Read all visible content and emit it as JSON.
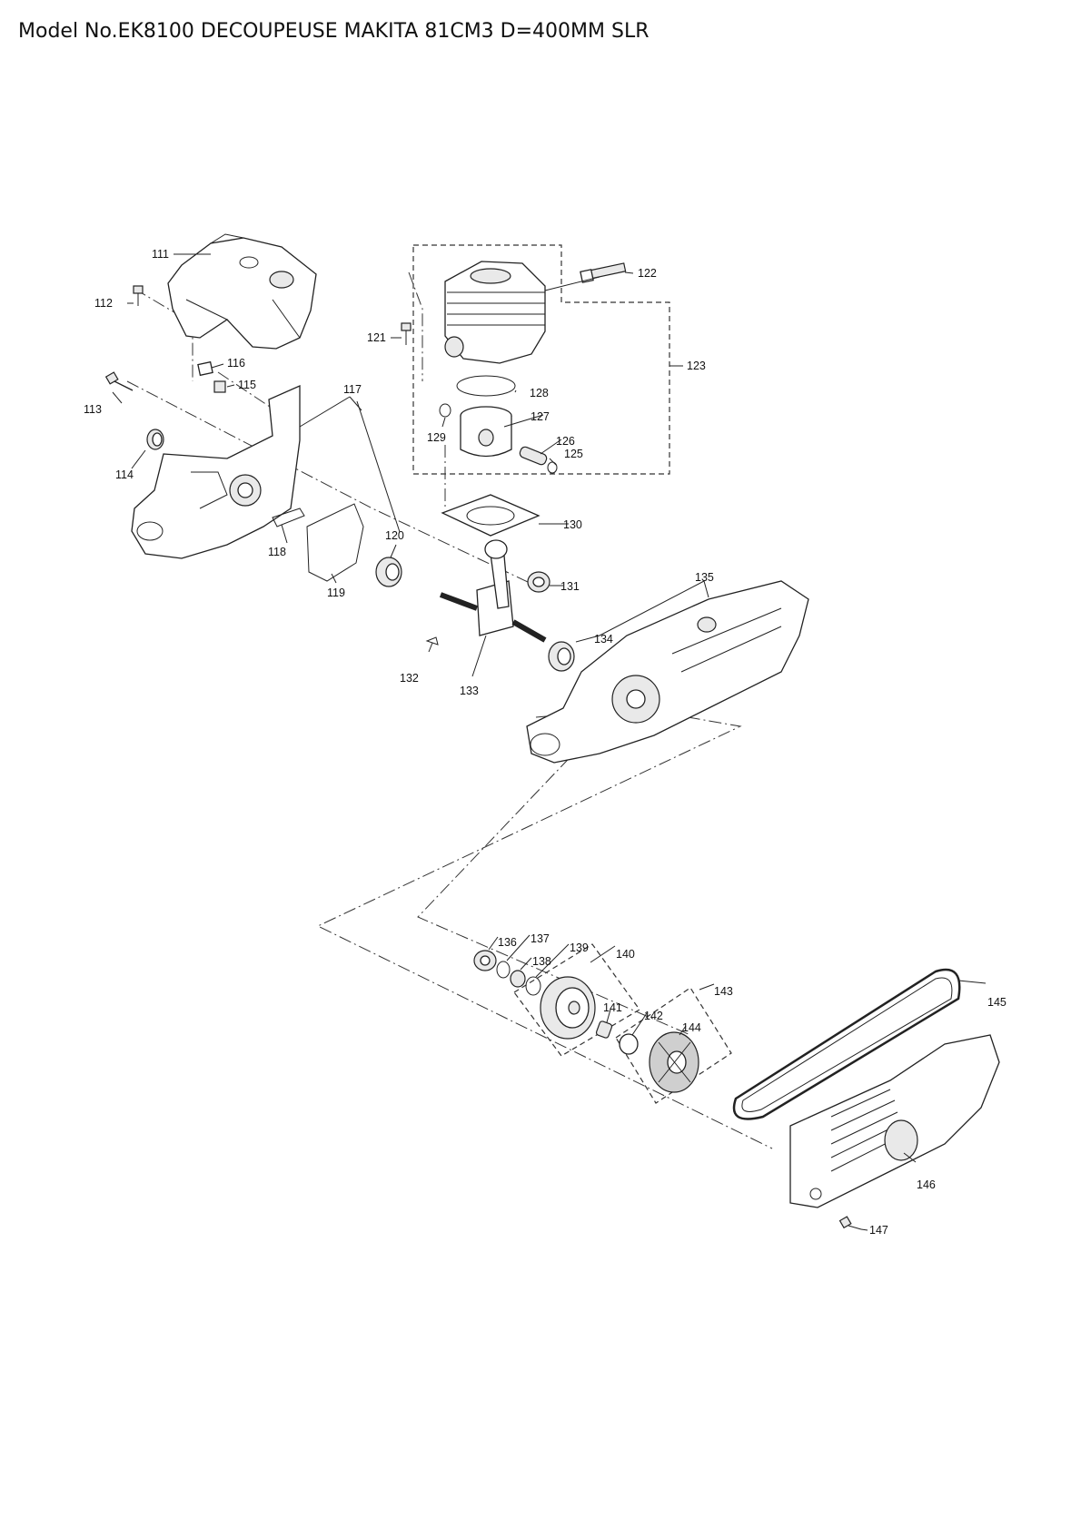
{
  "title": "Model No.EK8100 DECOUPEUSE MAKITA 81CM3 D=400MM SLR",
  "parts": [
    {
      "id": "111"
    },
    {
      "id": "112"
    },
    {
      "id": "113"
    },
    {
      "id": "114"
    },
    {
      "id": "115"
    },
    {
      "id": "116"
    },
    {
      "id": "117"
    },
    {
      "id": "118"
    },
    {
      "id": "119"
    },
    {
      "id": "120"
    },
    {
      "id": "121"
    },
    {
      "id": "122"
    },
    {
      "id": "123"
    },
    {
      "id": "125"
    },
    {
      "id": "126"
    },
    {
      "id": "127"
    },
    {
      "id": "128"
    },
    {
      "id": "129"
    },
    {
      "id": "130"
    },
    {
      "id": "131"
    },
    {
      "id": "132"
    },
    {
      "id": "133"
    },
    {
      "id": "134"
    },
    {
      "id": "135"
    },
    {
      "id": "136"
    },
    {
      "id": "137"
    },
    {
      "id": "138"
    },
    {
      "id": "139"
    },
    {
      "id": "140"
    },
    {
      "id": "141"
    },
    {
      "id": "142"
    },
    {
      "id": "143"
    },
    {
      "id": "144"
    },
    {
      "id": "145"
    },
    {
      "id": "146"
    },
    {
      "id": "147"
    }
  ]
}
